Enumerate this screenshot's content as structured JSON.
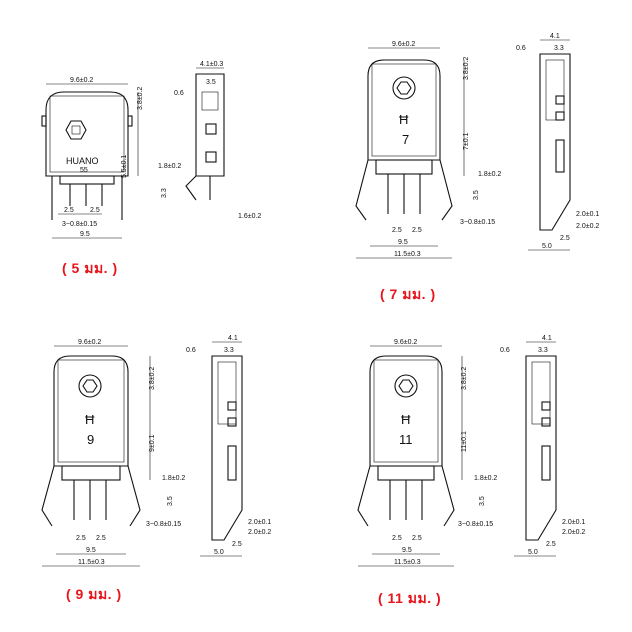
{
  "captions": {
    "enc5": "( 5 มม. )",
    "enc7": "( 7 มม. )",
    "enc9": "( 9 มม. )",
    "enc11": "( 11 มม. )"
  },
  "labels": {
    "brand": "HUANO",
    "brand_sub": "55",
    "h7": "7",
    "h9": "9",
    "h11": "11"
  },
  "dims": {
    "w96": "9.6±0.2",
    "d41": "4.1",
    "d41b": "4.1±0.3",
    "d06": "0.6",
    "d35": "3.5",
    "d33": "3.3",
    "d38": "3.8±0.2",
    "d18": "1.8±0.2",
    "d25": "2.5",
    "d308": "3−0.8±0.15",
    "d95": "9.5",
    "d115": "11.5±0.3",
    "d50": "5.0",
    "d20": "2.0±0.1",
    "d20b": "2.0±0.2",
    "d16": "1.6±0.2",
    "d55": "5.5±0.1",
    "d7v": "7±0.1",
    "d9v": "9±0.1",
    "d11v": "11±0.1"
  },
  "colors": {
    "caption": "#e8141c",
    "line": "#111111"
  }
}
